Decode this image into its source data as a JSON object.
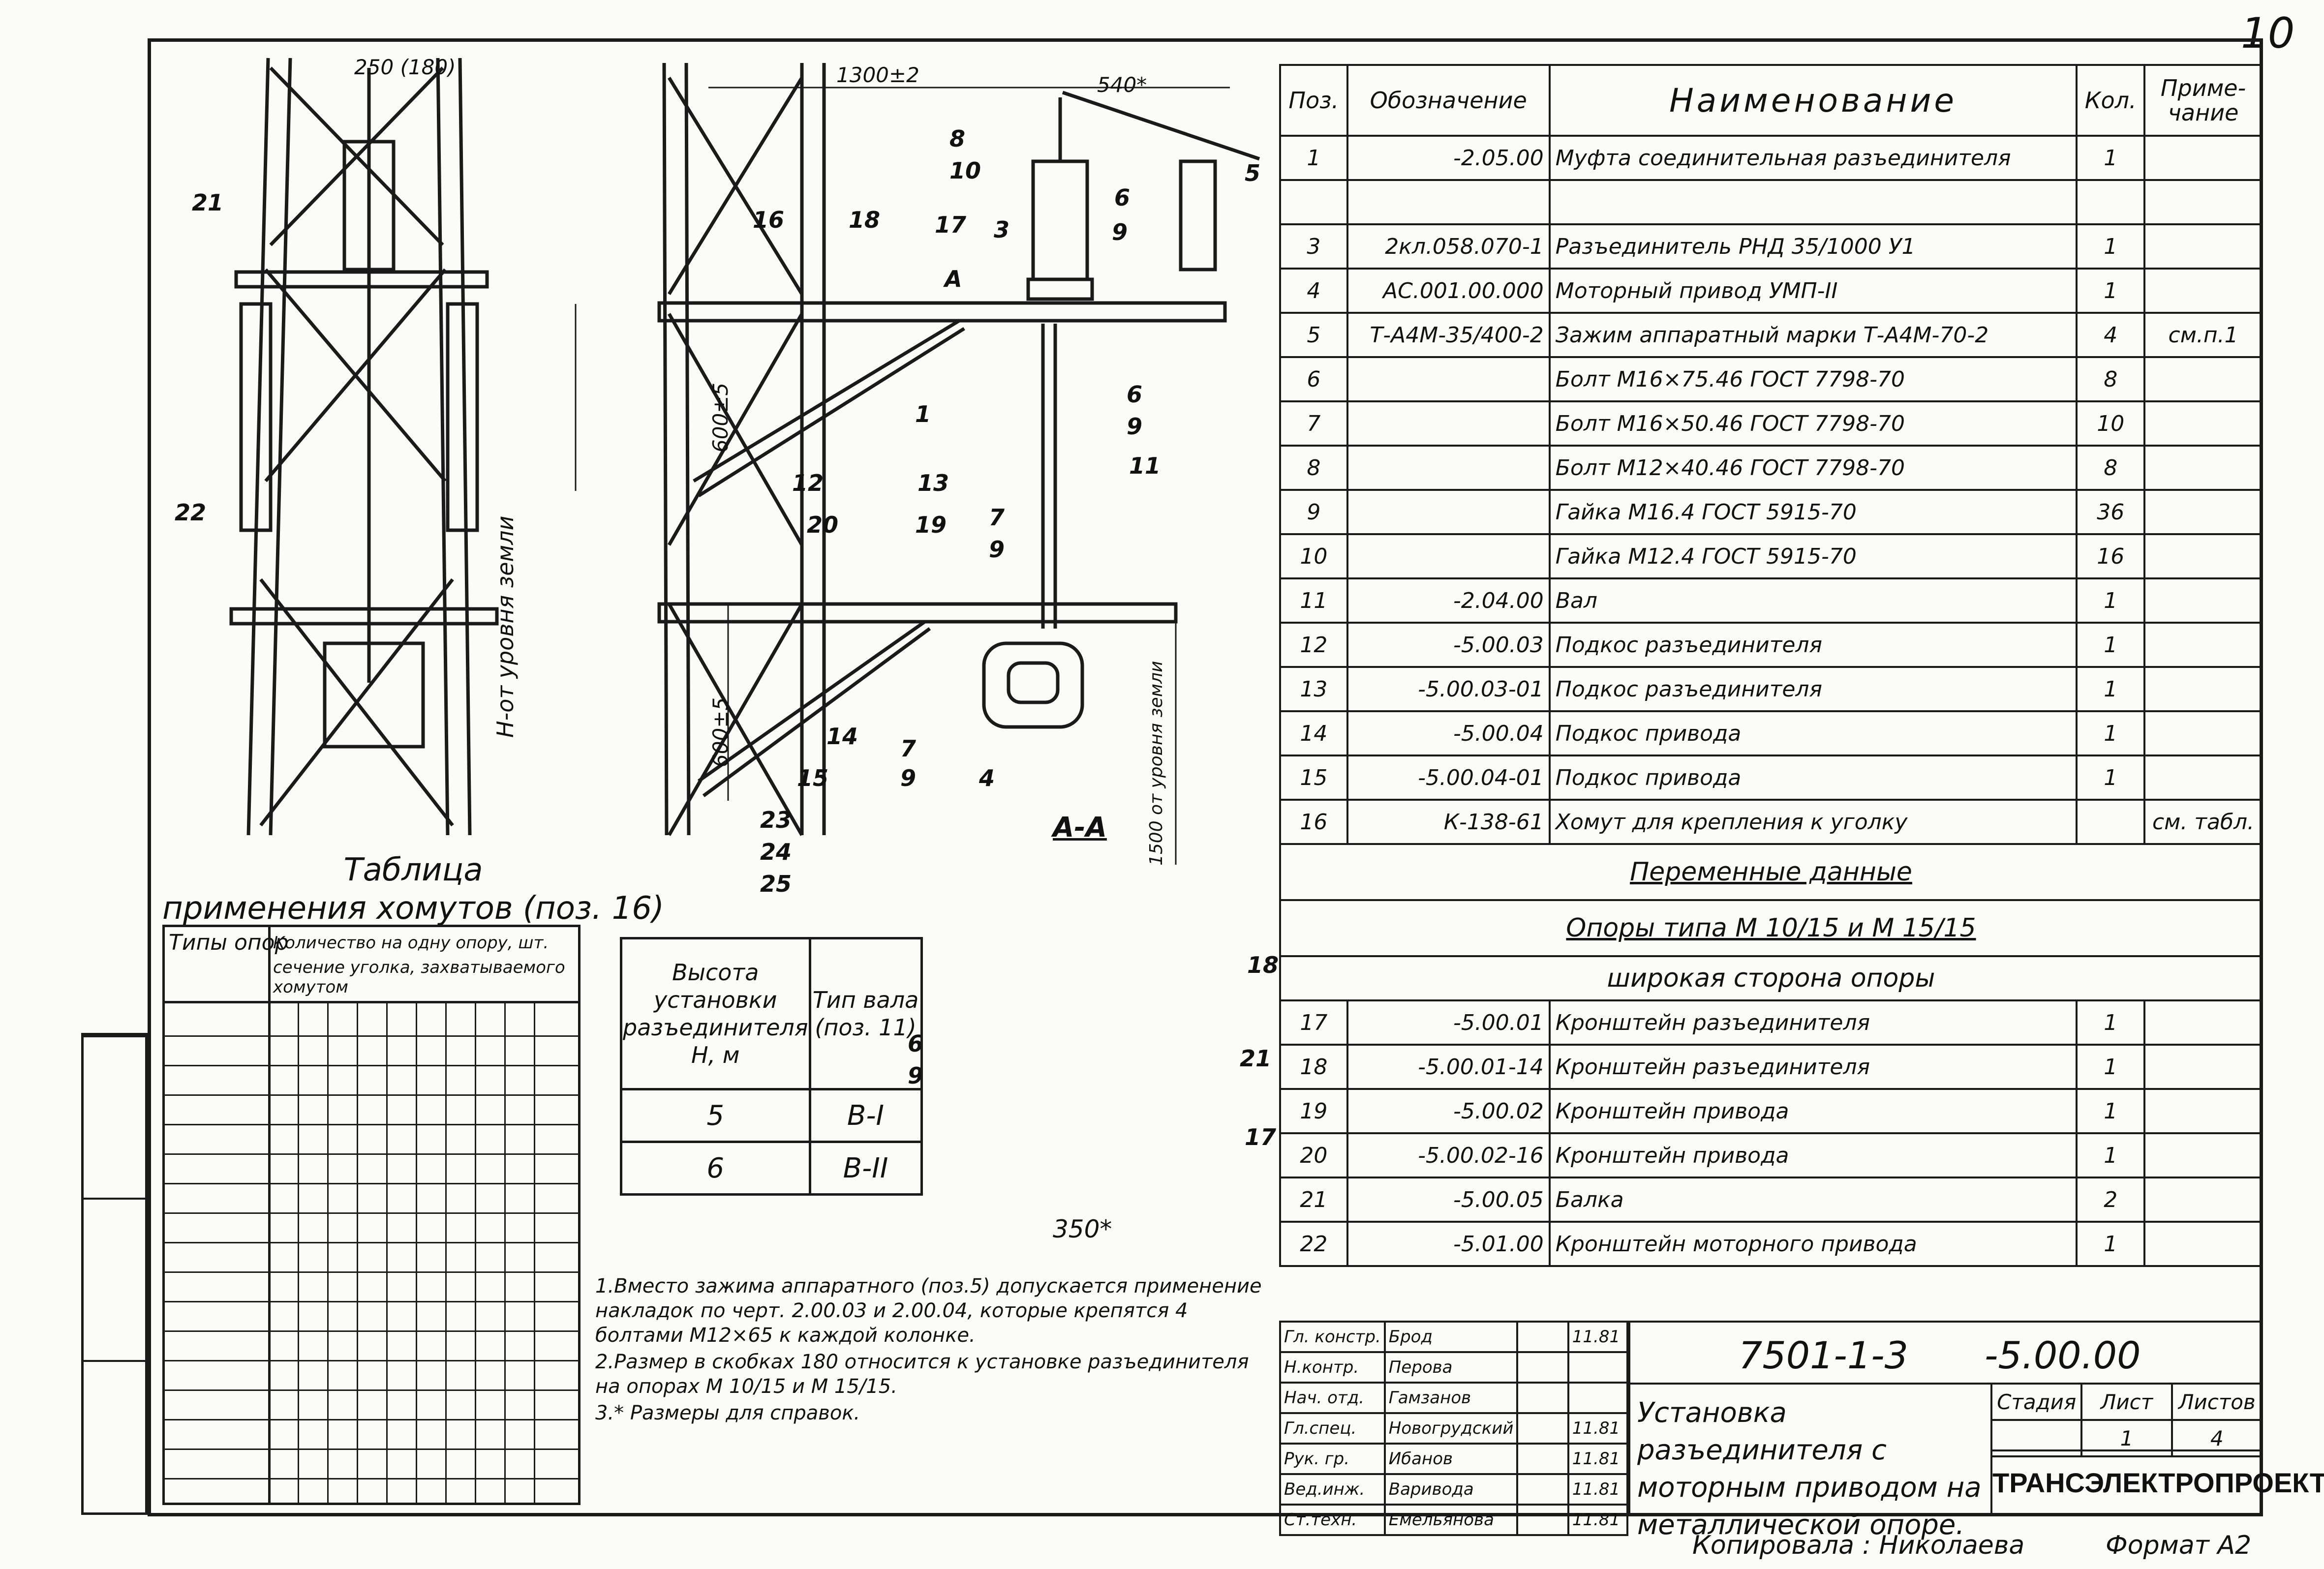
{
  "sheet_number": "10",
  "dimensions": {
    "d250": "250 (180)",
    "d1300": "1300±2",
    "d540": "540*",
    "d600a": "600±5",
    "d600b": "600±5",
    "h_level": "Н-от уровня земли",
    "d1500": "1500 от уровня земли",
    "d350": "350*",
    "section": "А-А",
    "mark_a1": "А"
  },
  "callouts": {
    "c21a": "21",
    "c22": "22",
    "c8": "8",
    "c10": "10",
    "c5": "5",
    "c3": "3",
    "c6a": "6",
    "c9a": "9",
    "c16": "16",
    "c18": "18",
    "c17": "17",
    "c1": "1",
    "c6b": "6",
    "c9b": "9",
    "c11": "11",
    "c12": "12",
    "c13": "13",
    "c20": "20",
    "c19": "19",
    "c7a": "7",
    "c9c": "9",
    "c14": "14",
    "c15": "15",
    "c7b": "7",
    "c9d": "9",
    "c4": "4",
    "c23": "23",
    "c24": "24",
    "c25": "25",
    "c18b": "18",
    "c21b": "21",
    "c17b": "17",
    "c6c": "6",
    "c9e": "9"
  },
  "spec": {
    "headers": {
      "pos": "Поз.",
      "designation": "Обозначение",
      "name": "Наименование",
      "qty": "Кол.",
      "note": "Приме-чание"
    },
    "rows": [
      {
        "pos": "1",
        "des": "-2.05.00",
        "name": "Муфта соединительная разъединителя",
        "qty": "1",
        "note": ""
      },
      {
        "pos": "",
        "des": "",
        "name": "",
        "qty": "",
        "note": ""
      },
      {
        "pos": "3",
        "des": "2кл.058.070-1",
        "name": "Разъединитель РНД 35/1000 У1",
        "qty": "1",
        "note": ""
      },
      {
        "pos": "4",
        "des": "АС.001.00.000",
        "name": "Моторный привод УМП-II",
        "qty": "1",
        "note": ""
      },
      {
        "pos": "5",
        "des": "Т-А4М-35/400-2",
        "name": "Зажим аппаратный марки Т-А4М-70-2",
        "qty": "4",
        "note": "см.п.1"
      },
      {
        "pos": "6",
        "des": "",
        "name": "Болт М16×75.46  ГОСТ 7798-70",
        "qty": "8",
        "note": ""
      },
      {
        "pos": "7",
        "des": "",
        "name": "Болт М16×50.46  ГОСТ 7798-70",
        "qty": "10",
        "note": ""
      },
      {
        "pos": "8",
        "des": "",
        "name": "Болт М12×40.46  ГОСТ 7798-70",
        "qty": "8",
        "note": ""
      },
      {
        "pos": "9",
        "des": "",
        "name": "Гайка М16.4   ГОСТ 5915-70",
        "qty": "36",
        "note": ""
      },
      {
        "pos": "10",
        "des": "",
        "name": "Гайка М12.4   ГОСТ 5915-70",
        "qty": "16",
        "note": ""
      },
      {
        "pos": "11",
        "des": "-2.04.00",
        "name": "Вал",
        "qty": "1",
        "note": ""
      },
      {
        "pos": "12",
        "des": "-5.00.03",
        "name": "Подкос разъединителя",
        "qty": "1",
        "note": ""
      },
      {
        "pos": "13",
        "des": "-5.00.03-01",
        "name": "Подкос разъединителя",
        "qty": "1",
        "note": ""
      },
      {
        "pos": "14",
        "des": "-5.00.04",
        "name": "Подкос привода",
        "qty": "1",
        "note": ""
      },
      {
        "pos": "15",
        "des": "-5.00.04-01",
        "name": "Подкос привода",
        "qty": "1",
        "note": ""
      },
      {
        "pos": "16",
        "des": "К-138-61",
        "name": "Хомут для крепления к уголку",
        "qty": "",
        "note": "см. табл."
      }
    ],
    "section_title": "Переменные данные",
    "section_types": "Опоры типа М 10/15 и М 15/15",
    "section_side": "широкая сторона опоры",
    "rows2": [
      {
        "pos": "17",
        "des": "-5.00.01",
        "name": "Кронштейн разъединителя",
        "qty": "1",
        "note": ""
      },
      {
        "pos": "18",
        "des": "-5.00.01-14",
        "name": "Кронштейн разъединителя",
        "qty": "1",
        "note": ""
      },
      {
        "pos": "19",
        "des": "-5.00.02",
        "name": "Кронштейн привода",
        "qty": "1",
        "note": ""
      },
      {
        "pos": "20",
        "des": "-5.00.02-16",
        "name": "Кронштейн привода",
        "qty": "1",
        "note": ""
      },
      {
        "pos": "21",
        "des": "-5.00.05",
        "name": "Балка",
        "qty": "2",
        "note": ""
      },
      {
        "pos": "22",
        "des": "-5.01.00",
        "name": "Кронштейн моторного привода",
        "qty": "1",
        "note": ""
      }
    ]
  },
  "clamp_table": {
    "caption_1": "Таблица",
    "caption_2": "применения хомутов (поз. 16)",
    "col_types": "Типы опор",
    "col_qty": "Количество на одну опору, шт.",
    "col_section": "сечение уголка, захватываемого хомутом"
  },
  "height_table": {
    "h_col": "Высота установки разъединителя Н, м",
    "v_col": "Тип вала (поз. 11)",
    "rows": [
      {
        "h": "5",
        "v": "В-I"
      },
      {
        "h": "6",
        "v": "В-II"
      }
    ]
  },
  "notes": [
    "1.Вместо зажима аппаратного (поз.5) допускается применение накладок по черт. 2.00.03 и 2.00.04, которые крепятся 4 болтами М12×65 к каждой колонке.",
    "2.Размер в скобках 180 относится к установке разъединителя на опорах М 10/15 и М 15/15.",
    "3.* Размеры для справок."
  ],
  "title_block": {
    "staff": [
      {
        "role": "Гл. констр.",
        "name": "Брод",
        "date": "11.81"
      },
      {
        "role": "Н.контр.",
        "name": "Перова",
        "date": ""
      },
      {
        "role": "Нач. отд.",
        "name": "Гамзанов",
        "date": ""
      },
      {
        "role": "Гл.спец.",
        "name": "Новогрудский",
        "date": "11.81"
      },
      {
        "role": "Рук. гр.",
        "name": "Ибанов",
        "date": "11.81"
      },
      {
        "role": "Вед.инж.",
        "name": "Варивода",
        "date": "11.81"
      },
      {
        "role": "Ст.техн.",
        "name": "Емельянова",
        "date": "11.81"
      }
    ],
    "code_left": "7501-1-3",
    "code_right": "-5.00.00",
    "title": "Установка разъединителя с моторным приводом на металлической опоре.",
    "stage_label": "Стадия",
    "sheet_label": "Лист",
    "sheets_label": "Листов",
    "sheet_value": "1",
    "sheets_value": "4",
    "org": "ТРАНСЭЛЕКТРОПРОЕКТ"
  },
  "footer": {
    "left": "Копировала : Николаева",
    "right": "Формат А2"
  }
}
